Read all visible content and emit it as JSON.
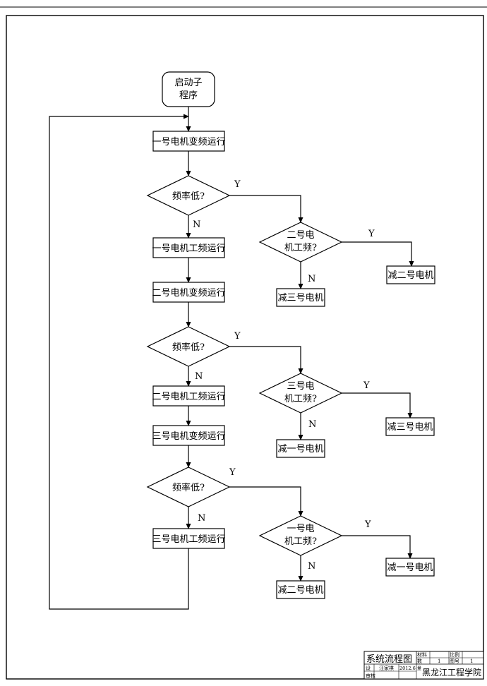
{
  "nodes": {
    "start": [
      "启动子",
      "程序"
    ],
    "b1": "一号电机变频运行",
    "d1": "频率低?",
    "b2": "一号电机工频运行",
    "b3": "二号电机变频运行",
    "d2": "频率低?",
    "b4": "二号电机工频运行",
    "b5": "三号电机变频运行",
    "d3": "频率低?",
    "b6": "三号电机工频运行",
    "rd1": [
      "二号电",
      "机工频?"
    ],
    "rd2": [
      "三号电",
      "机工频?"
    ],
    "rd3": [
      "一号电",
      "机工频?"
    ],
    "r1n": "减三号电机",
    "r1y": "减二号电机",
    "r2n": "减一号电机",
    "r2y": "减三号电机",
    "r3n": "减二号电机",
    "r3y": "减一号电机"
  },
  "edge_labels": {
    "yes": "Y",
    "no": "N"
  },
  "title_block": {
    "drawing_title": "系统流程图",
    "material_label": "材料",
    "quantity_label": "数",
    "quantity_value": "1",
    "scale_label": "比例",
    "sheet_label": "图号",
    "sheet_value": "1",
    "design_label": "设",
    "designer": "汪家祺",
    "date": "2012.6",
    "review_label": "审核",
    "school_prefix": "量",
    "school": "黑龙江工程学院"
  }
}
